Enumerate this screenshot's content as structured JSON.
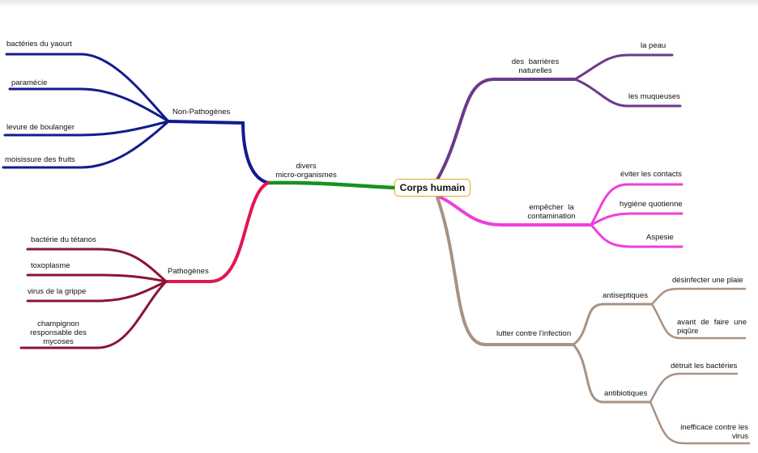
{
  "root": {
    "label": "Corps humain",
    "border_color": "#e8a817"
  },
  "colors": {
    "micro": "#17911e",
    "non_pathogenes": "#121c8c",
    "pathogenes_trunk": "#e0174f",
    "pathogenes_leaves": "#8a1535",
    "barrieres": "#6a3a8a",
    "contamination": "#ee3fdc",
    "infection": "#a99282"
  },
  "left": {
    "micro": "divers\nmicro-organismes",
    "non_pathogenes": {
      "label": "Non-Pathogènes",
      "items": [
        "bactéries du yaourt",
        "paramécie",
        "levure de boulanger",
        "moisissure des fruits"
      ]
    },
    "pathogenes": {
      "label": "Pathogènes",
      "items": [
        "bactérie du tétanos",
        "toxoplasme",
        "virus de la grippe",
        "champignon\nresponsable des\nmycoses"
      ]
    }
  },
  "right": {
    "barrieres": {
      "label": "des barrières\nnaturelles",
      "items": [
        "la peau",
        "les muqueuses"
      ]
    },
    "contamination": {
      "label": "empêcher la\ncontamination",
      "items": [
        "éviter les contacts",
        "hygiène quotienne",
        "Aspesie"
      ]
    },
    "infection": {
      "label": "lutter contre l'infection",
      "antiseptiques": {
        "label": "antiseptiques",
        "items": [
          "désinfecter une plaie",
          "avant de faire une\npiqûre"
        ]
      },
      "antibiotiques": {
        "label": "antibiotiques",
        "items": [
          "détruit les bactéries",
          "inefficace contre les\nvirus"
        ]
      }
    }
  }
}
